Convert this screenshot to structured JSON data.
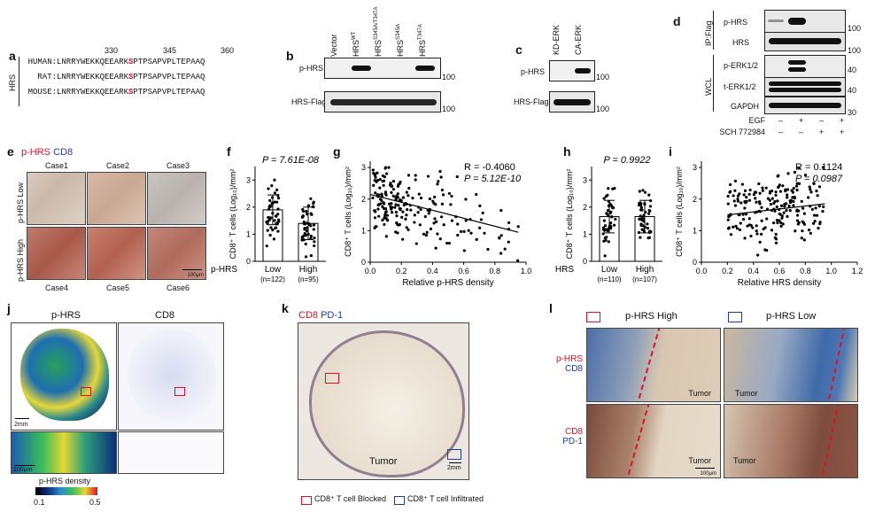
{
  "panels": {
    "a": "a",
    "b": "b",
    "c": "c",
    "d": "d",
    "e": "e",
    "f": "f",
    "g": "g",
    "h": "h",
    "i": "i",
    "j": "j",
    "k": "k",
    "l": "l"
  },
  "panel_a": {
    "positions": [
      "330",
      "345",
      "360"
    ],
    "side_label": "HRS",
    "rows": [
      {
        "species": "HUMAN:",
        "pre": "LNRRYWEKKQEEARK",
        "site": "S",
        "post": "PTPSAPVPLTEPAAQ"
      },
      {
        "species": "RAT:",
        "pre": "LNRRYWEKKQEEARK",
        "site": "S",
        "post": "PTPSAPVPLTEPAAQ"
      },
      {
        "species": "MOUSE:",
        "pre": "LNRRYWEKKQEEARK",
        "site": "S",
        "post": "PTPSAPVPLTEPAAQ"
      }
    ]
  },
  "panel_b": {
    "lanes": [
      "Vector",
      "HRS",
      "HRS",
      "HRS",
      "HRS"
    ],
    "lane_sups": [
      "",
      "WT",
      "S345A/T347A",
      "S345A",
      "T347A"
    ],
    "rows": [
      "p-HRS",
      "HRS-Flag"
    ],
    "mw": [
      "100",
      "100"
    ]
  },
  "panel_c": {
    "lanes": [
      "KD-ERK",
      "CA-ERK"
    ],
    "rows": [
      "p-HRS",
      "HRS-Flag"
    ],
    "mw": [
      "100",
      "100"
    ]
  },
  "panel_d": {
    "rows": [
      "p-HRS",
      "HRS",
      "p-ERK1/2",
      "t-ERK1/2",
      "GAPDH"
    ],
    "mw": [
      "100",
      "100",
      "40",
      "40",
      "30"
    ],
    "groups": [
      "IP:Flag",
      "WCL"
    ],
    "treatments": [
      {
        "name": "EGF",
        "signs": [
          "–",
          "+",
          "–",
          "+"
        ]
      },
      {
        "name": "SCH 772984",
        "signs": [
          "–",
          "–",
          "+",
          "+"
        ]
      }
    ]
  },
  "panel_e": {
    "legend_1": "p-HRS",
    "legend_2": "CD8",
    "row_labels": [
      "p-HRS Low",
      "p-HRS High"
    ],
    "top_cases": [
      "Case1",
      "Case2",
      "Case3"
    ],
    "bottom_cases": [
      "Case4",
      "Case5",
      "Case6"
    ],
    "scale": "100μm"
  },
  "panel_f": {
    "stat": "P = 7.61E-08",
    "ylabel": "CD8⁺ T cells (Log₁₀)/mm²",
    "group_label": "p-HRS",
    "cats": [
      "Low",
      "High"
    ],
    "ns": [
      "(n=122)",
      "(n=95)"
    ],
    "yticks": [
      "0",
      "1",
      "2",
      "3"
    ]
  },
  "panel_g": {
    "r": "R = -0.4060",
    "p": "P = 5.12E-10",
    "xlabel": "Relative p-HRS density",
    "ylabel": "CD8⁺ T cells (Log₁₀)/mm²",
    "xticks": [
      "0.0",
      "0.2",
      "0.4",
      "0.6",
      "0.8",
      "1.0"
    ],
    "yticks": [
      "0",
      "1",
      "2",
      "3"
    ]
  },
  "panel_h": {
    "stat": "P = 0.9922",
    "ylabel": "CD8⁺ T cells (Log₁₀)/mm²",
    "group_label": "HRS",
    "cats": [
      "Low",
      "High"
    ],
    "ns": [
      "(n=110)",
      "(n=107)"
    ],
    "yticks": [
      "0",
      "1",
      "2",
      "3"
    ]
  },
  "panel_i": {
    "r": "R = 0.1124",
    "p": "P = 0.0987",
    "xlabel": "Relative HRS density",
    "ylabel": "CD8⁺ T cells (Log₁₀)/mm²",
    "xticks": [
      "0.0",
      "0.2",
      "0.4",
      "0.6",
      "0.8",
      "1.0",
      "1.2"
    ],
    "yticks": [
      "0",
      "1",
      "2",
      "3"
    ]
  },
  "panel_j": {
    "titles": [
      "p-HRS",
      "CD8"
    ],
    "scale_top": "2mm",
    "scale_bottom": "100μm",
    "colorbar_title": "p-HRS density",
    "cb_min": "0.1",
    "cb_max": "0.5"
  },
  "panel_k": {
    "legend_1": "CD8",
    "legend_2": "PD-1",
    "tumor": "Tumor",
    "scale": "2mm",
    "box_labels": [
      "CD8⁺ T cell Blocked",
      "CD8⁺ T cell Infiltrated"
    ]
  },
  "panel_l": {
    "headers": [
      "p-HRS High",
      "p-HRS Low"
    ],
    "row1": [
      "p-HRS",
      "CD8"
    ],
    "row2": [
      "CD8",
      "PD-1"
    ],
    "tumor": "Tumor",
    "scale": "100μm"
  },
  "colors": {
    "red": "#e0102a",
    "blue": "#1a3ca8"
  },
  "chart_data": [
    {
      "type": "bar",
      "panel": "f",
      "categories": [
        "Low",
        "High"
      ],
      "values": [
        1.9,
        1.4
      ],
      "errors": [
        0.55,
        0.6
      ],
      "ylim": [
        0,
        3.5
      ],
      "ylabel": "CD8⁺ T cells (Log₁₀)/mm²"
    },
    {
      "type": "scatter",
      "panel": "g",
      "xlim": [
        0,
        1.0
      ],
      "ylim": [
        0,
        3.2
      ],
      "fit": [
        [
          0,
          2.15
        ],
        [
          0.95,
          0.95
        ]
      ],
      "xlabel": "Relative p-HRS density"
    },
    {
      "type": "bar",
      "panel": "h",
      "categories": [
        "Low",
        "High"
      ],
      "values": [
        1.65,
        1.65
      ],
      "errors": [
        0.6,
        0.6
      ],
      "ylim": [
        0,
        3.5
      ],
      "ylabel": "CD8⁺ T cells (Log₁₀)/mm²"
    },
    {
      "type": "scatter",
      "panel": "i",
      "xlim": [
        0,
        1.2
      ],
      "ylim": [
        0,
        3.2
      ],
      "fit": [
        [
          0.2,
          1.5
        ],
        [
          0.95,
          1.85
        ]
      ],
      "xlabel": "Relative HRS density"
    }
  ]
}
